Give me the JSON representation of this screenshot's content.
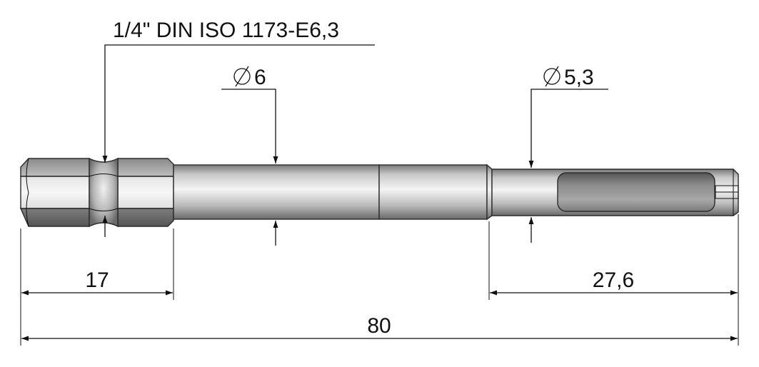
{
  "callouts": {
    "drive": "1/4\" DIN ISO 1173-E6,3",
    "diameter_shank": "6",
    "diameter_tip": "5,3"
  },
  "dimensions": {
    "hex_length": "17",
    "tip_length": "27,6",
    "overall_length": "80"
  },
  "colors": {
    "line": "#111111",
    "metal_light": "#f2f2f2",
    "metal_mid": "#bdbdbd",
    "metal_dark": "#6e6e6e"
  }
}
